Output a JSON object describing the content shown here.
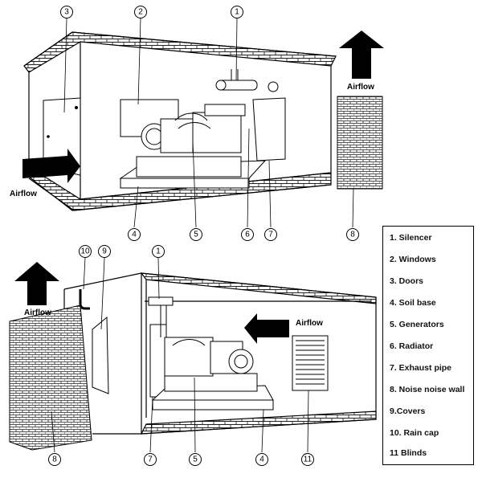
{
  "airflow": {
    "top_exhaust": "Airflow",
    "top_intake": "Airflow",
    "bottom_exhaust": "Airflow",
    "bottom_intake": "Airflow"
  },
  "callouts": {
    "top": [
      "1",
      "2",
      "3",
      "4",
      "5",
      "6",
      "7",
      "8"
    ],
    "bottom": [
      "10",
      "9",
      "1",
      "8",
      "7",
      "5",
      "4",
      "11"
    ]
  },
  "legend": {
    "items": [
      "1. Silencer",
      "2. Windows",
      "3. Doors",
      "4. Soil base",
      "5. Generators",
      "6. Radiator",
      "7. Exhaust pipe",
      "8. Noise noise wall",
      "9.Covers",
      "10. Rain cap",
      "11 Blinds"
    ]
  },
  "colors": {
    "ink": "#000000",
    "background": "#ffffff",
    "brick": "#ffffff"
  }
}
